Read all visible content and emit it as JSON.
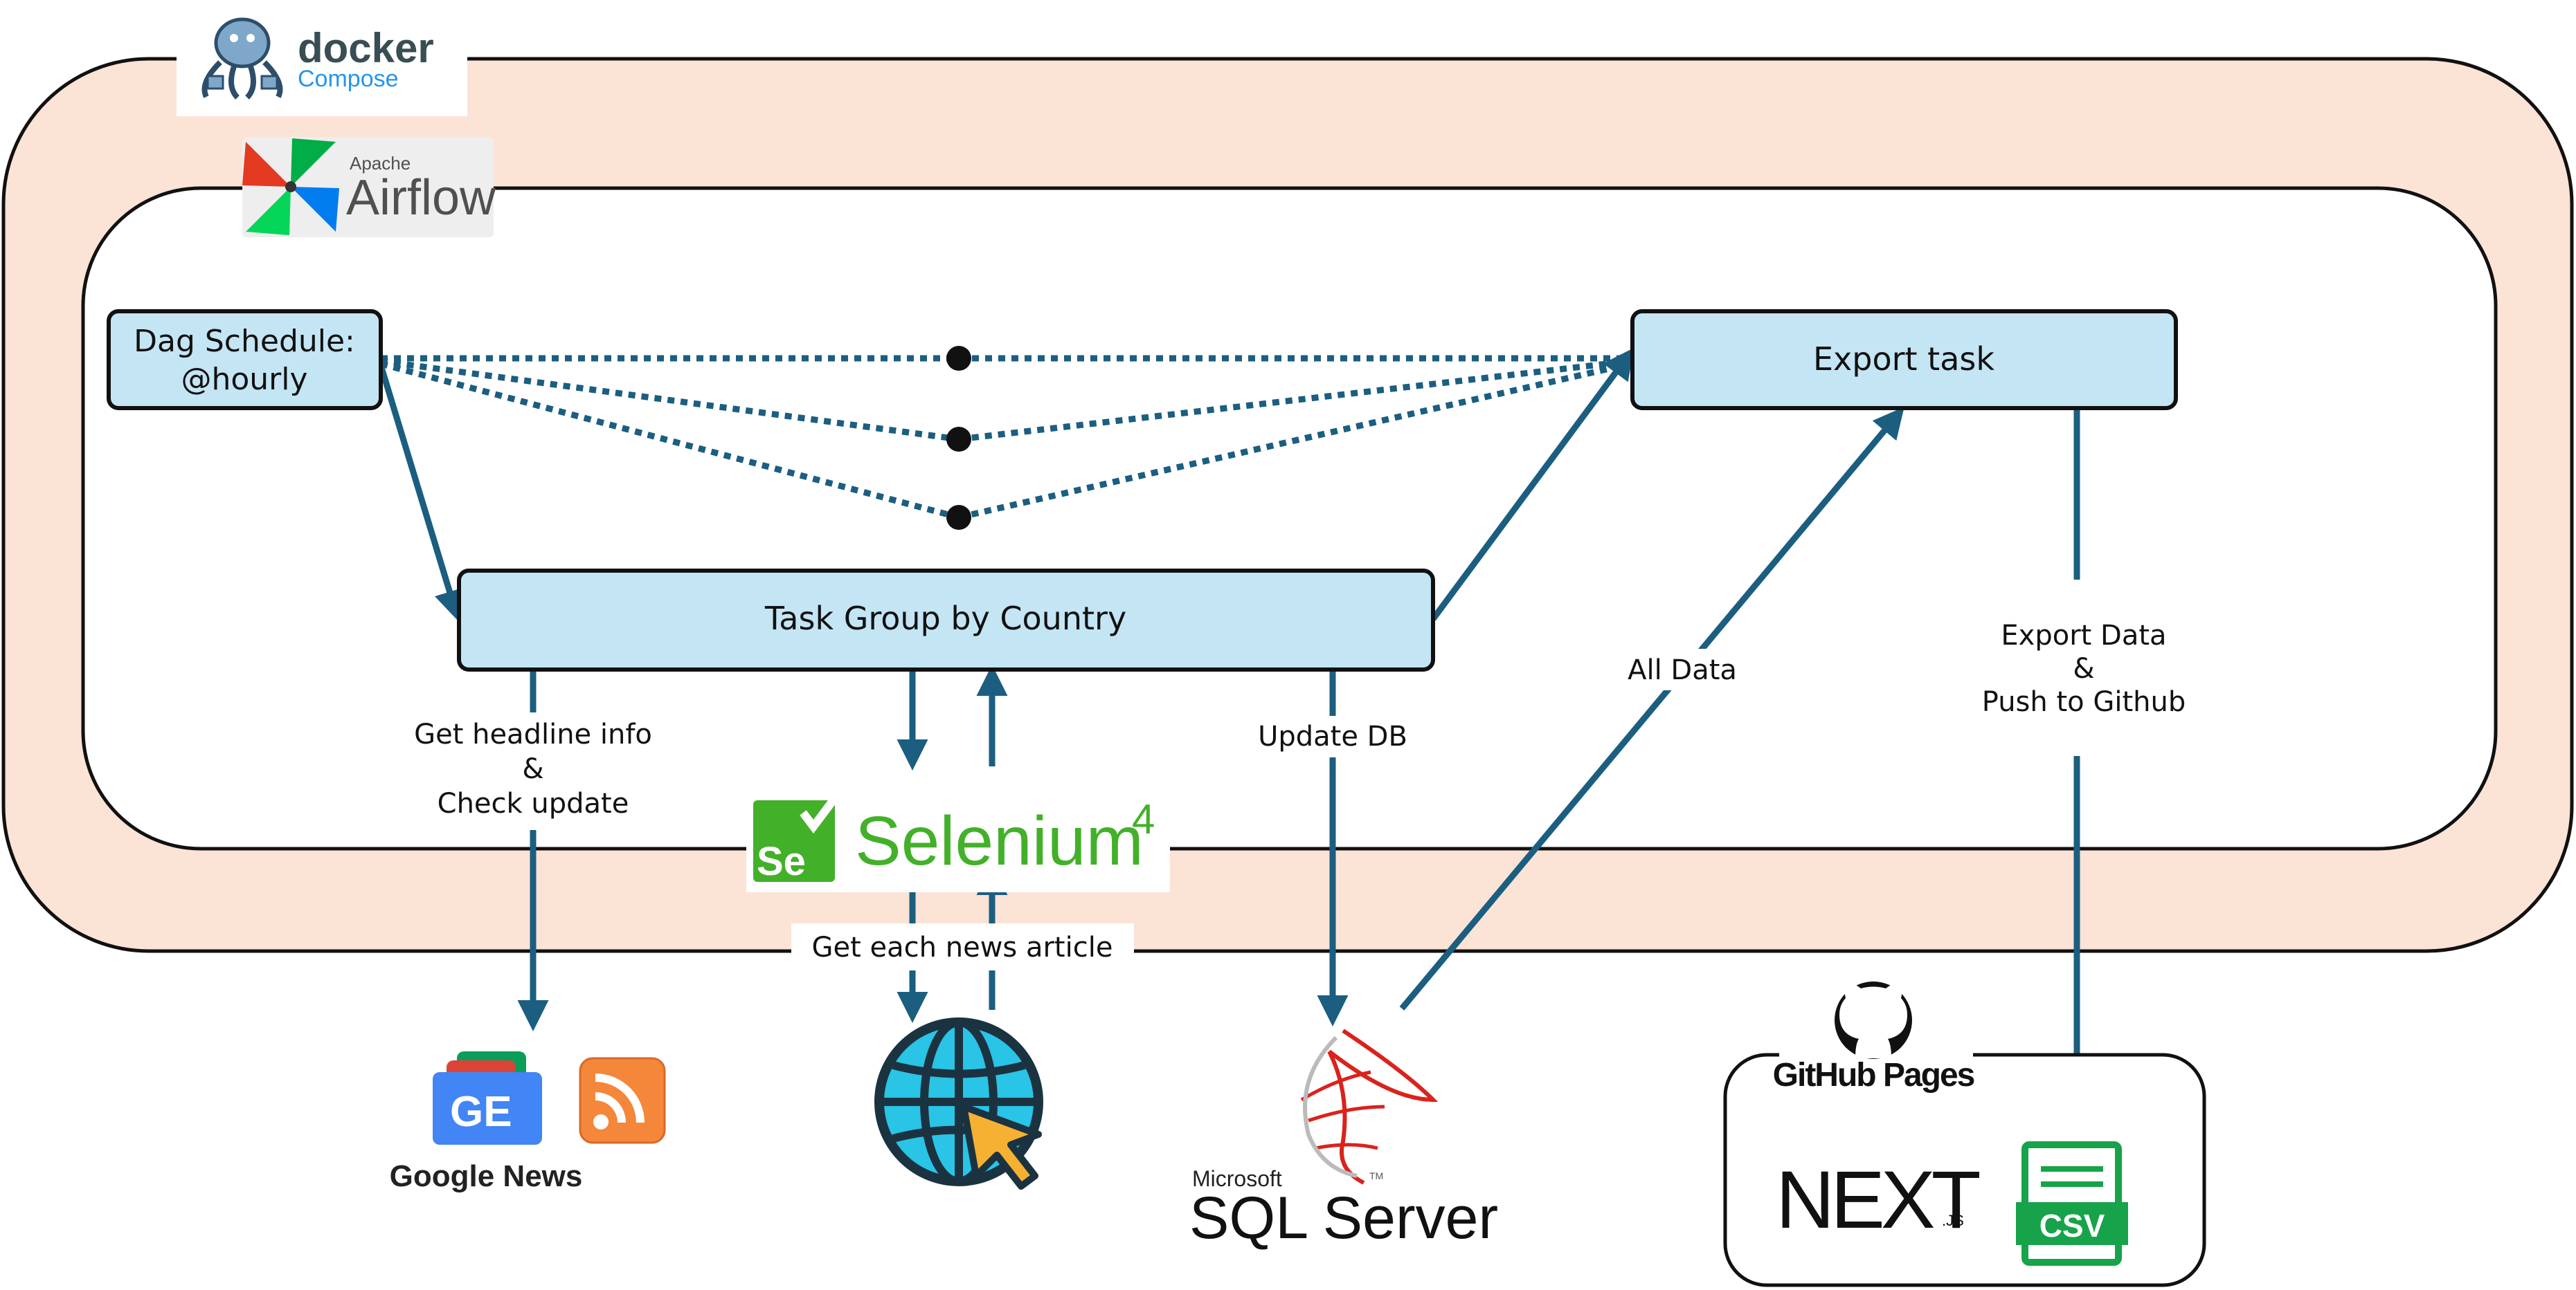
{
  "logos": {
    "docker": {
      "word": "docker",
      "sub": "Compose"
    },
    "airflow": {
      "small": "Apache",
      "big": "Airflow"
    },
    "selenium": {
      "mark": "Se",
      "word": "Selenium",
      "version": "4"
    },
    "google_news": {
      "mark": "GE",
      "caption": "Google News"
    },
    "sql_server": {
      "small": "Microsoft",
      "big": "SQL Server",
      "tm": "TM"
    },
    "github_pages": {
      "word": "GitHub Pages"
    },
    "nextjs": {
      "word": "NEXT",
      "suffix": ".JS"
    },
    "csv": {
      "word": "CSV"
    }
  },
  "nodes": {
    "dag_schedule": {
      "line1": "Dag Schedule:",
      "line2": "@hourly"
    },
    "task_group": {
      "label": "Task Group by Country"
    },
    "export_task": {
      "label": "Export task"
    }
  },
  "edge_labels": {
    "headline": {
      "line1": "Get headline info",
      "line2": "&",
      "line3": "Check update"
    },
    "article": {
      "label": "Get each news article"
    },
    "update_db": {
      "label": "Update DB"
    },
    "all_data": {
      "label": "All Data"
    },
    "export": {
      "line1": "Export Data",
      "line2": "&",
      "line3": "Push to Github"
    }
  },
  "colors": {
    "docker_band": "#FBE3D6",
    "box_fill": "#C4E5F4",
    "arrow": "#1B5E80",
    "border": "#111111",
    "selenium_green": "#43B02A",
    "csv_green": "#17A34A",
    "sql_red": "#D9231C",
    "globe": "#29C4E6",
    "cursor": "#F6B132"
  }
}
